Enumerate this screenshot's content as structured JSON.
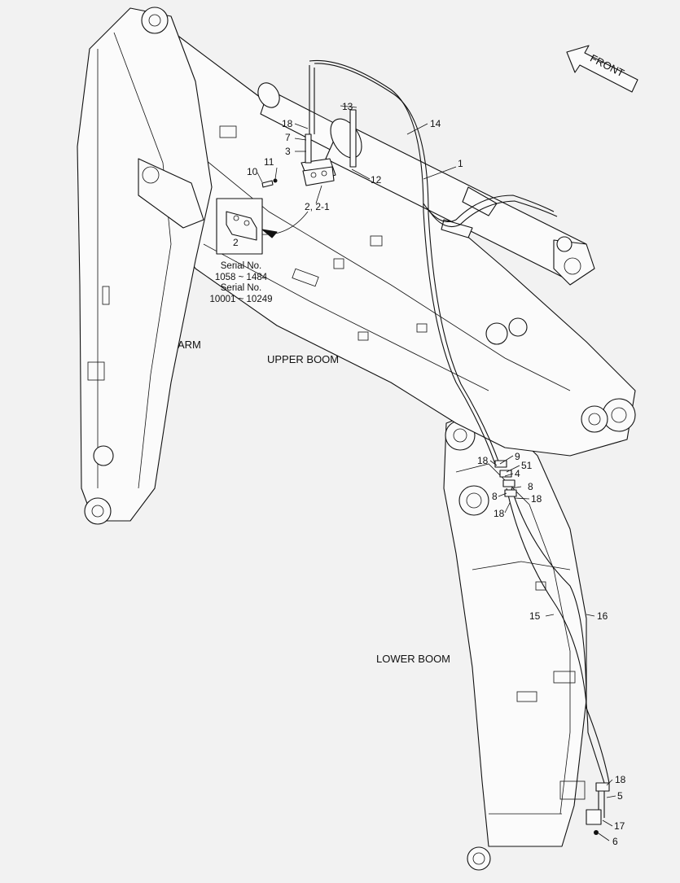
{
  "region_labels": {
    "arm": "ARM",
    "upper_boom": "UPPER BOOM",
    "lower_boom": "LOWER BOOM"
  },
  "front_arrow": "FRONT",
  "inset": {
    "part_number": "2",
    "serial_line1": "Serial No.",
    "serial_range1": "1058 ~ 1484",
    "serial_line2": "Serial No.",
    "serial_range2": "10001 ~ 10249"
  },
  "callouts": {
    "c1": "1",
    "c13": "13",
    "c14": "14",
    "c18a": "18",
    "c7": "7",
    "c3": "3",
    "c11": "11",
    "c10": "10",
    "c12": "12",
    "c2_21": "2, 2-1",
    "c9": "9",
    "c18b": "18",
    "c51": "51",
    "c4": "4",
    "c8a": "8",
    "c8b": "8",
    "c18c": "18",
    "c18d": "18",
    "c15": "15",
    "c16": "16",
    "c18e": "18",
    "c5": "5",
    "c17": "17",
    "c6": "6"
  }
}
